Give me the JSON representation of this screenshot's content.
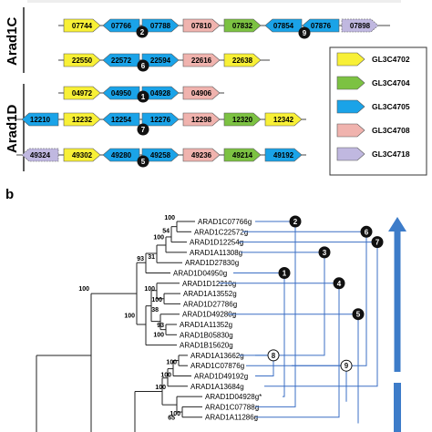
{
  "colors": {
    "GL3C4702": "#f8f036",
    "GL3C4704": "#7cc242",
    "GL3C4705": "#1aa3e8",
    "GL3C4708": "#f0b3ae",
    "GL3C4718": "#c0b8e0",
    "line": "#3b6fc4",
    "arrow": "#3d7cc9"
  },
  "groups": {
    "arad1c": "Arad1C",
    "arad1d": "Arad1D"
  },
  "panels": {
    "b": "b"
  },
  "rows": {
    "r0": [
      {
        "label": "07744",
        "fam": "GL3C4702",
        "dir": "R"
      },
      {
        "label": "07766",
        "fam": "GL3C4705",
        "dir": "L"
      },
      {
        "label": "07788",
        "fam": "GL3C4705",
        "dir": "R"
      },
      {
        "label": "07810",
        "fam": "GL3C4708",
        "dir": "R"
      },
      {
        "label": "07832",
        "fam": "GL3C4704",
        "dir": "R"
      },
      {
        "label": "07854",
        "fam": "GL3C4705",
        "dir": "L"
      },
      {
        "label": "07876",
        "fam": "GL3C4705",
        "dir": "L"
      },
      {
        "label": "07898",
        "fam": "GL3C4718",
        "dir": "R"
      }
    ],
    "r1": [
      {
        "label": "22550",
        "fam": "GL3C4702",
        "dir": "R"
      },
      {
        "label": "22572",
        "fam": "GL3C4705",
        "dir": "L"
      },
      {
        "label": "22594",
        "fam": "GL3C4705",
        "dir": "R"
      },
      {
        "label": "22616",
        "fam": "GL3C4708",
        "dir": "R"
      },
      {
        "label": "22638",
        "fam": "GL3C4702",
        "dir": "R"
      }
    ],
    "r2": [
      {
        "label": "04972",
        "fam": "GL3C4702",
        "dir": "R"
      },
      {
        "label": "04950",
        "fam": "GL3C4705",
        "dir": "L"
      },
      {
        "label": "04928",
        "fam": "GL3C4705",
        "dir": "R"
      },
      {
        "label": "04906",
        "fam": "GL3C4708",
        "dir": "R"
      }
    ],
    "r3": [
      {
        "label": "12210",
        "fam": "GL3C4705",
        "dir": "L"
      },
      {
        "label": "12232",
        "fam": "GL3C4702",
        "dir": "R"
      },
      {
        "label": "12254",
        "fam": "GL3C4705",
        "dir": "L"
      },
      {
        "label": "12276",
        "fam": "GL3C4705",
        "dir": "R"
      },
      {
        "label": "12298",
        "fam": "GL3C4708",
        "dir": "R"
      },
      {
        "label": "12320",
        "fam": "GL3C4704",
        "dir": "R"
      },
      {
        "label": "12342",
        "fam": "GL3C4702",
        "dir": "R"
      }
    ],
    "r4": [
      {
        "label": "49324",
        "fam": "GL3C4718",
        "dir": "L"
      },
      {
        "label": "49302",
        "fam": "GL3C4702",
        "dir": "R"
      },
      {
        "label": "49280",
        "fam": "GL3C4705",
        "dir": "L"
      },
      {
        "label": "49258",
        "fam": "GL3C4705",
        "dir": "R"
      },
      {
        "label": "49236",
        "fam": "GL3C4708",
        "dir": "R"
      },
      {
        "label": "49214",
        "fam": "GL3C4704",
        "dir": "R"
      },
      {
        "label": "49192",
        "fam": "GL3C4705",
        "dir": "R"
      }
    ]
  },
  "cluster_marks": {
    "m2": "2",
    "m9": "9",
    "m6": "6",
    "m1": "1",
    "m7": "7",
    "m5": "5"
  },
  "legend": [
    {
      "label": "GL3C4702",
      "fam": "GL3C4702"
    },
    {
      "label": "GL3C4704",
      "fam": "GL3C4704"
    },
    {
      "label": "GL3C4705",
      "fam": "GL3C4705"
    },
    {
      "label": "GL3C4708",
      "fam": "GL3C4708"
    },
    {
      "label": "GL3C4718",
      "fam": "GL3C4718"
    }
  ],
  "tree": {
    "leaves": [
      "ARAD1C07766g",
      "ARAD1C22572g",
      "ARAD1D12254g",
      "ARAD1A11308g",
      "ARAD1D27830g",
      "ARAD1D04950g",
      "ARAD1D12210g",
      "ARAD1A13552g",
      "ARAD1D27786g",
      "ARAD1D49280g",
      "ARAD1A11352g",
      "ARAD1B05830g",
      "ARAD1B15620g",
      "ARAD1A13662g",
      "ARAD1C07876g",
      "ARAD1D49192g",
      "ARAD1A13684g",
      "ARAD1D04928g*",
      "ARAD1C07788g",
      "ARAD1A11286g"
    ],
    "supports": {
      "s100a": "100",
      "s54": "54",
      "s100b": "100",
      "s31": "31",
      "s93": "93",
      "s100c": "100",
      "s100d": "100",
      "s38": "38",
      "s93b": "93",
      "s100e": "100",
      "s100f": "100",
      "s100g": "100",
      "s100h": "100",
      "s100i": "100",
      "s100j": "100",
      "s65": "65"
    },
    "marks": {
      "t2": "2",
      "t6": "6",
      "t7": "7",
      "t3": "3",
      "t1": "1",
      "t4": "4",
      "t5": "5",
      "t8": "8",
      "t9": "9"
    }
  }
}
